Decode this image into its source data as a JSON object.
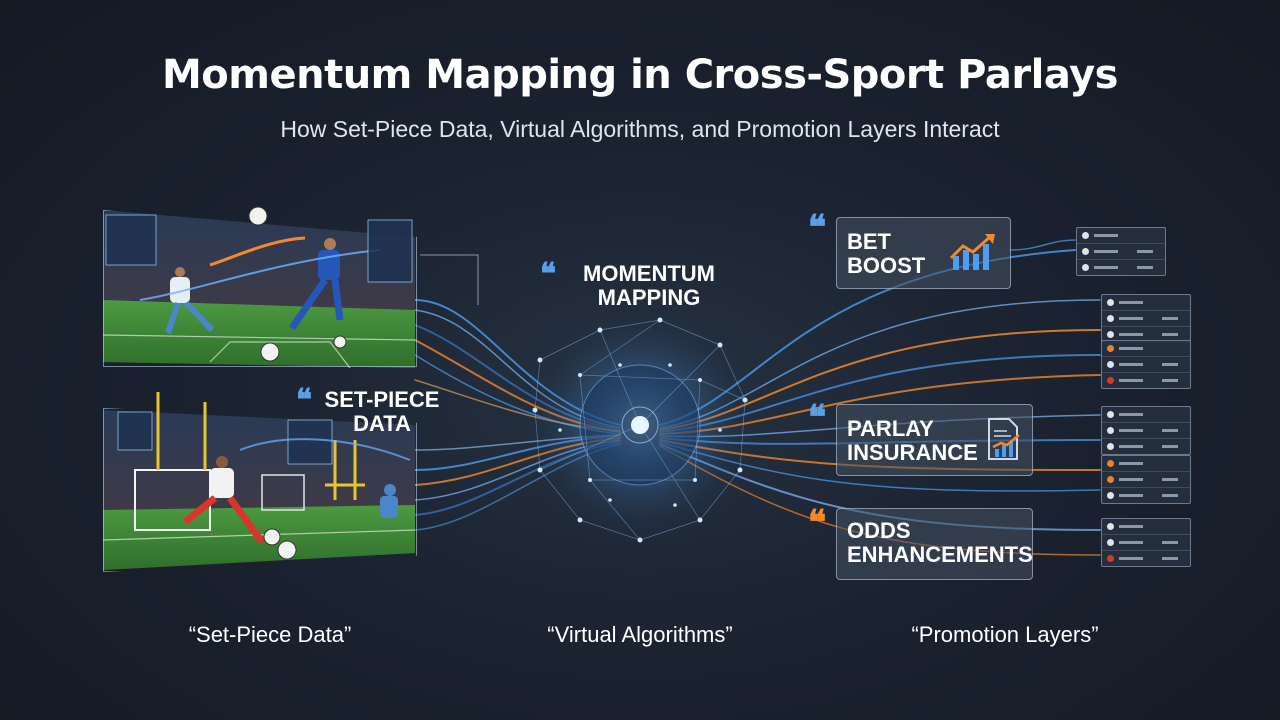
{
  "header": {
    "title": "Momentum Mapping in Cross-Sport Parlays",
    "subtitle": "How Set-Piece Data, Virtual Algorithms, and Promotion Layers Interact"
  },
  "center": {
    "label_line1": "MOMENTUM",
    "label_line2": "MAPPING"
  },
  "left": {
    "label_line1": "SET-PIECE",
    "label_line2": "DATA"
  },
  "promotions": [
    {
      "line1": "BET",
      "line2": "BOOST",
      "icon": "chart-up-icon"
    },
    {
      "line1": "PARLAY",
      "line2": "INSURANCE",
      "icon": "document-chart-icon"
    },
    {
      "line1": "ODDS",
      "line2": "ENHANCEMENTS",
      "icon": ""
    }
  ],
  "captions": {
    "left": "“Set-Piece Data”",
    "center": "“Virtual Algorithms”",
    "right": "“Promotion Layers”"
  },
  "colors": {
    "accent_blue": "#5aa0e8",
    "accent_orange": "#f08a2a",
    "pitch_green": "#3f8a3a"
  }
}
